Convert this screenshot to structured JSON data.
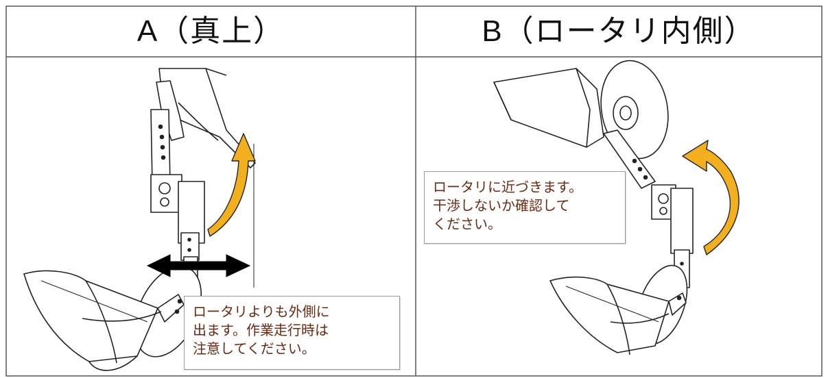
{
  "panels": [
    {
      "heading": "A（真上）",
      "note": "ロータリよりも外側に\n出ます。作業走行時は\n注意してください。"
    },
    {
      "heading": "B（ロータリ内側）",
      "note": "ロータリに近づきます。\n干渉しないか確認して\nください。"
    }
  ],
  "colors": {
    "arrow_rotation": "#f2b01e",
    "arrow_lateral": "#000000",
    "note_text": "#6b2a10",
    "grid_lines": "#555555"
  }
}
